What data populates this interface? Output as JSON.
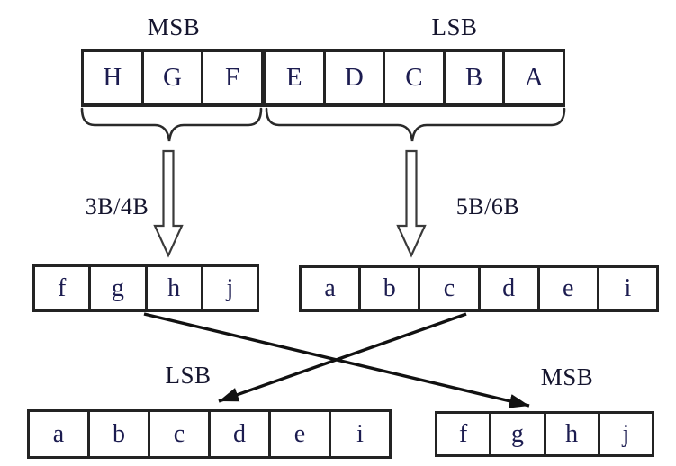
{
  "diagram": {
    "title_semantic": "8B/10B encoding bit mapping diagram",
    "top": {
      "msb_label": "MSB",
      "lsb_label": "LSB"
    },
    "encoders": {
      "left_label": "3B/4B",
      "right_label": "5B/6B"
    },
    "bottom": {
      "lsb_label": "LSB",
      "msb_label": "MSB"
    },
    "rows": {
      "input_byte": [
        "H",
        "G",
        "F",
        "E",
        "D",
        "C",
        "B",
        "A"
      ],
      "msb_encoded": [
        "f",
        "g",
        "h",
        "j"
      ],
      "lsb_encoded": [
        "a",
        "b",
        "c",
        "d",
        "e",
        "i"
      ],
      "output_lsb": [
        "a",
        "b",
        "c",
        "d",
        "e",
        "i"
      ],
      "output_msb": [
        "f",
        "g",
        "h",
        "j"
      ]
    },
    "colors": {
      "line": "#232323",
      "letter": "#1c1c50",
      "background": "#ffffff"
    }
  }
}
